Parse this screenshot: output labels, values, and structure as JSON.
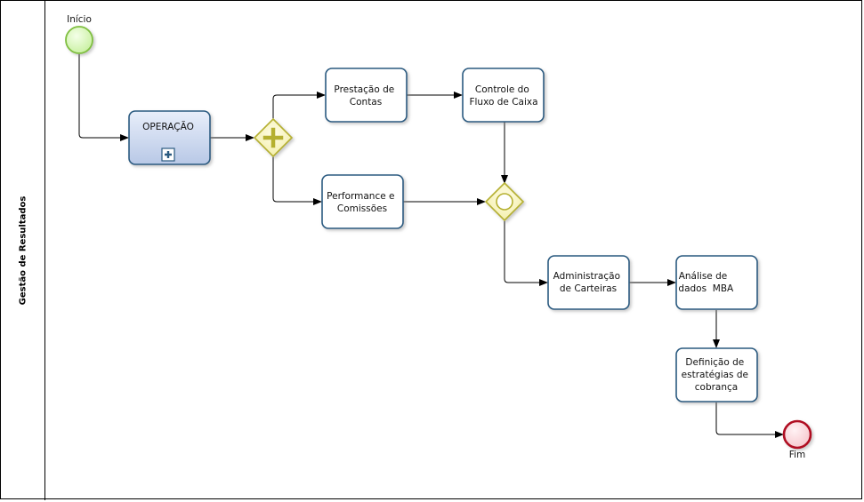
{
  "lane": {
    "label": "Gestão de Resultados"
  },
  "events": {
    "start": {
      "label": "Início",
      "color": "#c8f0a0",
      "stroke": "#7fbf3f"
    },
    "end": {
      "label": "Fim",
      "color": "#f6c6cc",
      "stroke": "#b01020"
    }
  },
  "subprocess": {
    "label": "OPERAÇÃO",
    "marker": "plus-marker-icon",
    "color": "#cfdcf2"
  },
  "tasks": {
    "prestacao": [
      "Prestação de",
      "Contas"
    ],
    "controle": [
      "Controle do",
      "Fluxo de Caixa"
    ],
    "performance": [
      "Performance e",
      "Comissões"
    ],
    "administracao": [
      "Administração",
      "de Carteiras"
    ],
    "analise": [
      "Análise de",
      "dados  MBA"
    ],
    "definicao": [
      "Definição de",
      "estratégias de",
      "cobrança"
    ]
  },
  "gateways": {
    "parallel": {
      "type": "parallel",
      "icon": "plus-gateway-icon",
      "color": "#f7f2b8",
      "stroke": "#b5b030"
    },
    "merge": {
      "type": "event-based",
      "icon": "circle-gateway-icon",
      "color": "#f7f2b8",
      "stroke": "#b5b030"
    }
  },
  "colors": {
    "task_stroke": "#2a5a80",
    "task_fill": "#ffffff",
    "flow": "#000000"
  }
}
